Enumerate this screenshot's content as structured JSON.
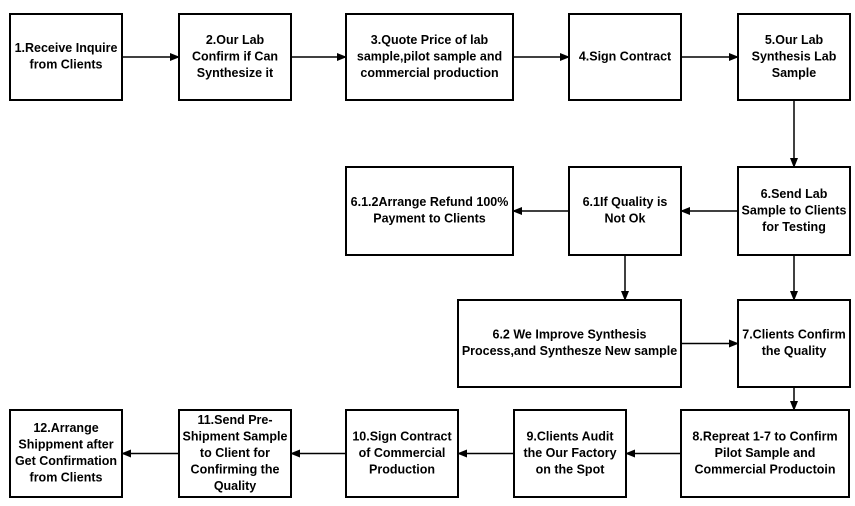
{
  "flowchart": {
    "steps": [
      {
        "id": "s1",
        "lines": [
          "1.Receive Inquire",
          "from Clients"
        ]
      },
      {
        "id": "s2",
        "lines": [
          "2.Our Lab",
          "Confirm if Can",
          "Synthesize it"
        ]
      },
      {
        "id": "s3",
        "lines": [
          "3.Quote Price of lab",
          "sample,pilot sample and",
          "commercial production"
        ]
      },
      {
        "id": "s4",
        "lines": [
          "4.Sign Contract"
        ]
      },
      {
        "id": "s5",
        "lines": [
          "5.Our Lab",
          "Synthesis Lab",
          "Sample"
        ]
      },
      {
        "id": "s612",
        "lines": [
          "6.1.2Arrange Refund 100%",
          "Payment to Clients"
        ]
      },
      {
        "id": "s61",
        "lines": [
          "6.1If Quality is",
          "Not Ok"
        ]
      },
      {
        "id": "s6",
        "lines": [
          "6.Send Lab",
          "Sample to Clients",
          "for Testing"
        ]
      },
      {
        "id": "s62",
        "lines": [
          "6.2 We Improve Synthesis",
          "Process,and Synthesze New sample"
        ]
      },
      {
        "id": "s7",
        "lines": [
          "7.Clients Confirm",
          "the Quality"
        ]
      },
      {
        "id": "s12",
        "lines": [
          "12.Arrange",
          "Shippment after",
          "Get Confirmation",
          "from Clients"
        ]
      },
      {
        "id": "s11",
        "lines": [
          "11.Send Pre-",
          "Shipment Sample",
          "to Client for",
          "Confirming the",
          "Quality"
        ]
      },
      {
        "id": "s10",
        "lines": [
          "10.Sign Contract",
          "of Commercial",
          "Production"
        ]
      },
      {
        "id": "s9",
        "lines": [
          "9.Clients Audit",
          "the Our Factory",
          "on the Spot"
        ]
      },
      {
        "id": "s8",
        "lines": [
          "8.Repreat 1-7 to Confirm",
          "Pilot Sample and",
          "Commercial Productoin"
        ]
      }
    ],
    "connections": [
      {
        "from": "s1",
        "to": "s2"
      },
      {
        "from": "s2",
        "to": "s3"
      },
      {
        "from": "s3",
        "to": "s4"
      },
      {
        "from": "s4",
        "to": "s5"
      },
      {
        "from": "s5",
        "to": "s6"
      },
      {
        "from": "s6",
        "to": "s61"
      },
      {
        "from": "s61",
        "to": "s612"
      },
      {
        "from": "s61",
        "to": "s62"
      },
      {
        "from": "s6",
        "to": "s7"
      },
      {
        "from": "s62",
        "to": "s7"
      },
      {
        "from": "s7",
        "to": "s8"
      },
      {
        "from": "s8",
        "to": "s9"
      },
      {
        "from": "s9",
        "to": "s10"
      },
      {
        "from": "s10",
        "to": "s11"
      },
      {
        "from": "s11",
        "to": "s12"
      }
    ]
  }
}
